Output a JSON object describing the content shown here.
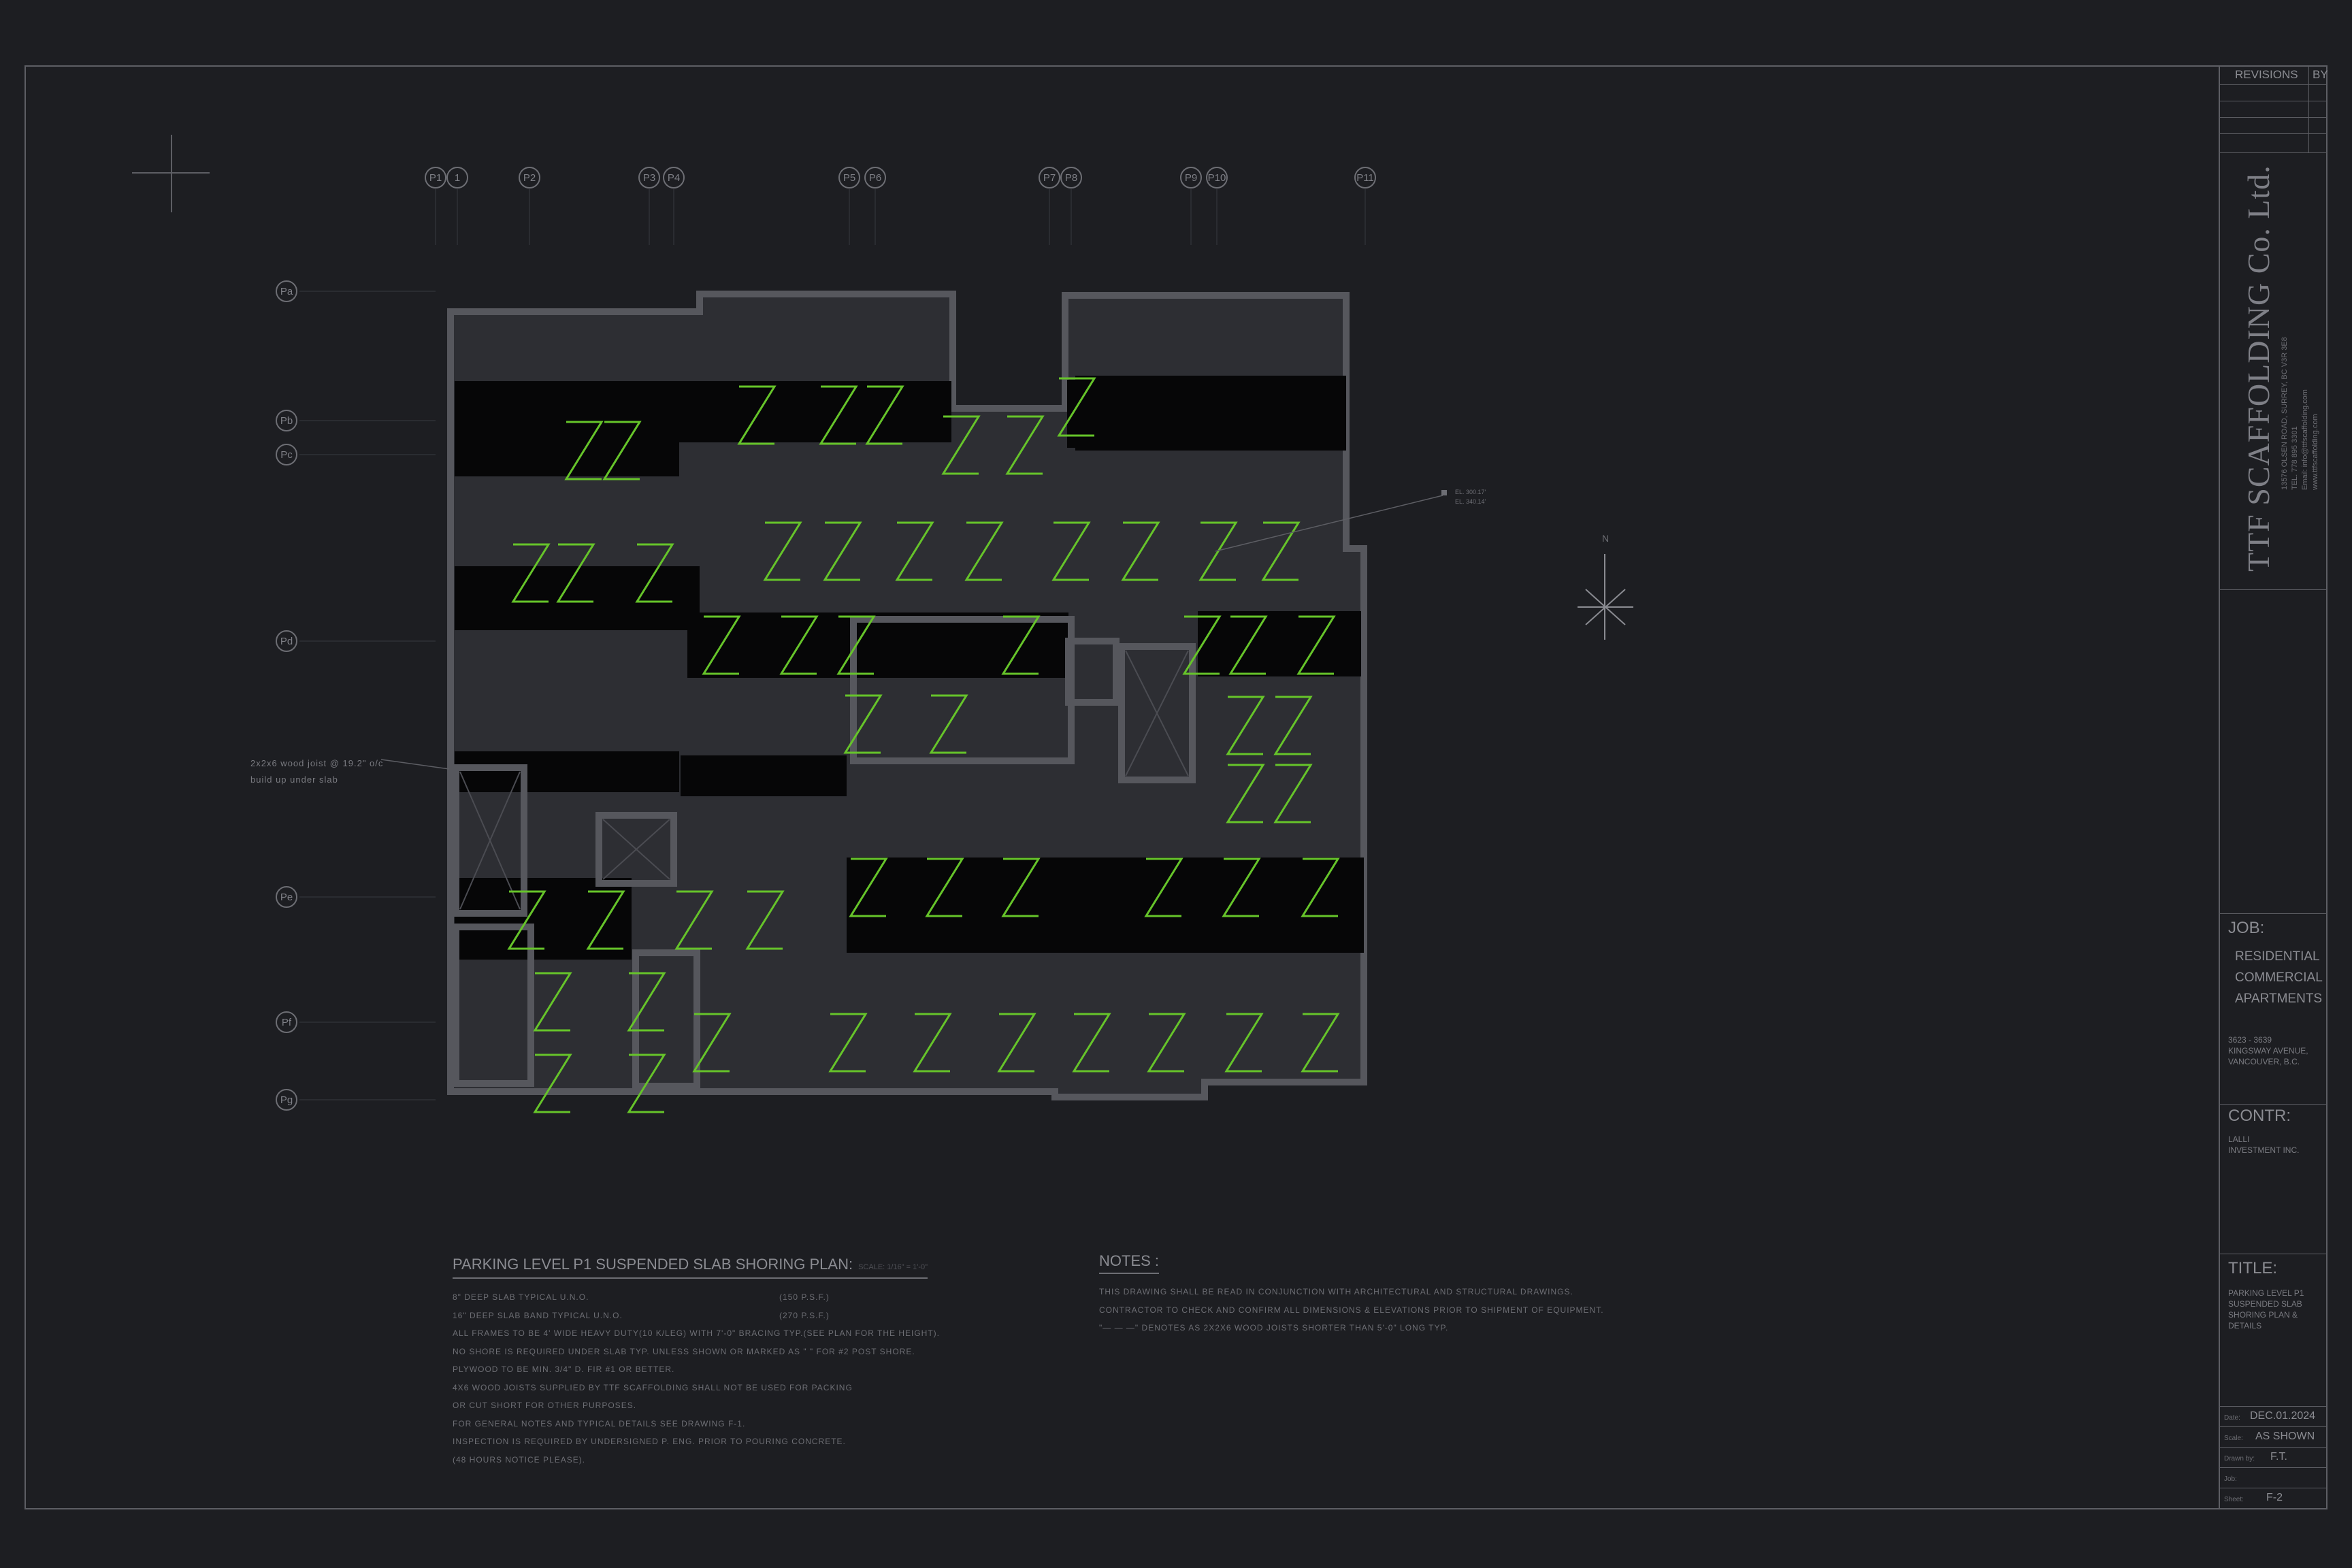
{
  "company": {
    "name": "TTF SCAFFOLDING Co. Ltd.",
    "address": "13576 OLSEN ROAD, SURREY, BC V3R 3E8",
    "tel": "TEL. 778 895 3301",
    "email": "Email: info@ttfscaffolding.com",
    "web": "www.ttfscaffolding.com"
  },
  "title_block": {
    "revisions_label": "REVISIONS",
    "by_label": "BY",
    "job_label": "JOB:",
    "job_lines": [
      "RESIDENTIAL",
      "COMMERCIAL",
      "APARTMENTS"
    ],
    "site_lines": [
      "3623 - 3639",
      "KINGSWAY AVENUE,",
      "VANCOUVER, B.C."
    ],
    "contr_label": "CONTR:",
    "contr_lines": [
      "LALLI",
      "INVESTMENT INC."
    ],
    "title_label": "TITLE:",
    "title_lines": [
      "PARKING LEVEL P1",
      "SUSPENDED SLAB",
      "SHORING PLAN &",
      "DETAILS"
    ],
    "date_label": "Date:",
    "date": "DEC.01.2024",
    "scale_label": "Scale:",
    "scale": "AS SHOWN",
    "drawn_label": "Drawn by:",
    "drawn": "F.T.",
    "job_no_label": "Job:",
    "sheet_label": "Sheet:",
    "sheet": "F-2"
  },
  "plan": {
    "title": "PARKING LEVEL P1 SUSPENDED SLAB SHORING PLAN:",
    "scale_note": "SCALE: 1/16\" = 1'-0\"",
    "col_grids": [
      "P1",
      "1",
      "P2",
      "P3",
      "P4",
      "P5",
      "P6",
      "P7",
      "P8",
      "P9",
      "P10",
      "P11"
    ],
    "row_grids": [
      "Pa",
      "Pb",
      "Pc",
      "Pd",
      "Pe",
      "Pf",
      "Pg"
    ],
    "annotation": [
      "2x2x6 wood joist @ 19.2\" o/c",
      "build up under slab"
    ],
    "elevation": [
      "EL. 300.17'",
      "EL. 340.14'"
    ],
    "north": "N"
  },
  "notes_left": [
    {
      "text": "8\" DEEP SLAB TYPICAL U.N.O.",
      "value": "(150 P.S.F.)"
    },
    {
      "text": "16\" DEEP SLAB BAND TYPICAL U.N.O.",
      "value": "(270 P.S.F.)"
    },
    {
      "text": "ALL FRAMES TO BE 4' WIDE HEAVY DUTY(10 K/LEG) WITH 7'-0\" BRACING TYP.(SEE PLAN FOR THE HEIGHT)."
    },
    {
      "text": "NO SHORE IS REQUIRED UNDER SLAB TYP. UNLESS SHOWN OR MARKED AS \" \" FOR #2 POST SHORE."
    },
    {
      "text": "PLYWOOD TO BE MIN. 3/4\" D. FIR #1 OR BETTER."
    },
    {
      "text": "4X6 WOOD JOISTS SUPPLIED BY TTF SCAFFOLDING SHALL NOT BE USED FOR PACKING"
    },
    {
      "text": "OR CUT SHORT FOR OTHER PURPOSES."
    },
    {
      "text": "FOR GENERAL NOTES AND TYPICAL DETAILS SEE DRAWING F-1."
    },
    {
      "text": "INSPECTION IS REQUIRED BY UNDERSIGNED P. ENG. PRIOR TO POURING CONCRETE."
    },
    {
      "text": "(48 HOURS NOTICE PLEASE)."
    }
  ],
  "notes_right": {
    "heading": "NOTES :",
    "lines": [
      "THIS DRAWING SHALL BE READ IN CONJUNCTION WITH ARCHITECTURAL AND STRUCTURAL DRAWINGS.",
      "CONTRACTOR TO CHECK AND CONFIRM ALL DIMENSIONS & ELEVATIONS PRIOR TO SHIPMENT OF EQUIPMENT.",
      "\"— — —\" DENOTES AS 2X2X6 WOOD JOISTS SHORTER THAN 5'-0\" LONG TYP."
    ]
  },
  "colors": {
    "background": "#1d1e22",
    "lines": "#5d5e64",
    "walls": "#5a5b61",
    "bands": "#060607",
    "shoring_z": "#66c42a",
    "text": "#7f8087"
  }
}
